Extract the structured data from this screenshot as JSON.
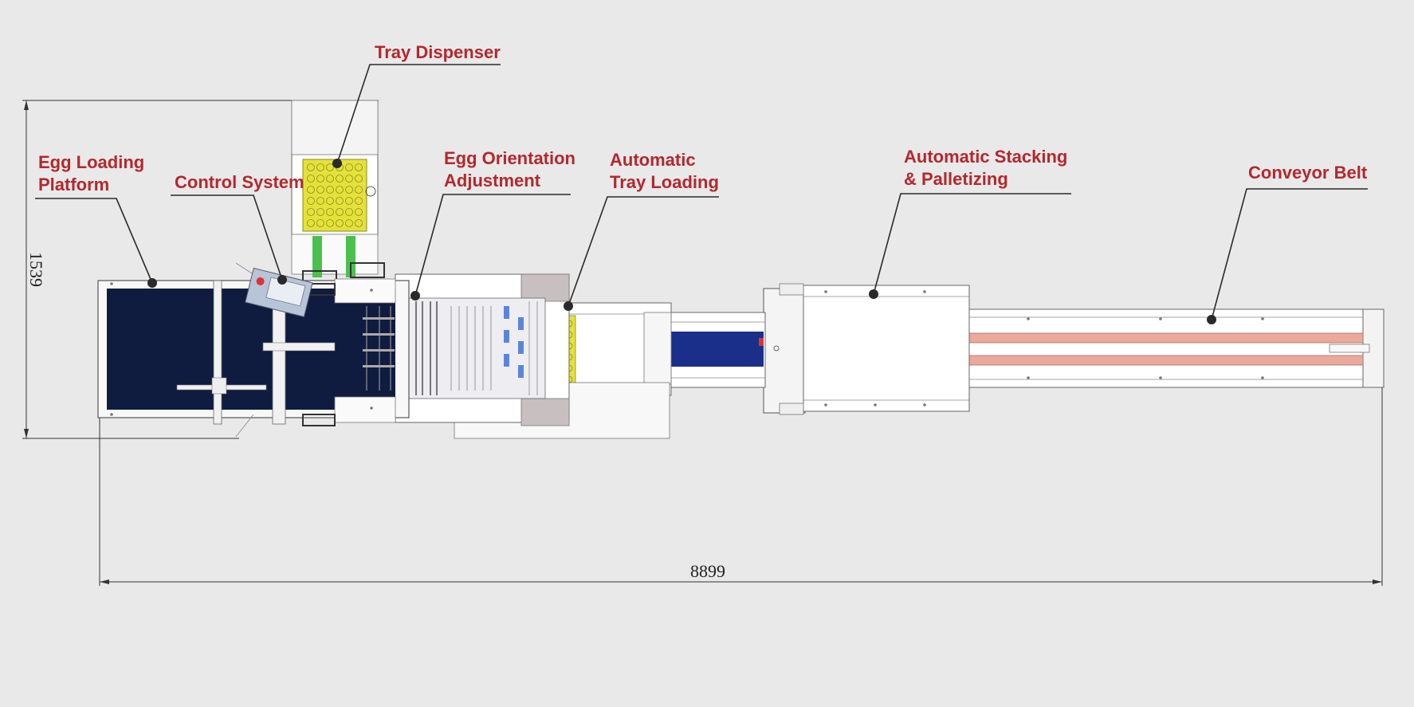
{
  "callouts": [
    {
      "id": "tray-dispenser",
      "label_lines": [
        "Tray Dispenser"
      ]
    },
    {
      "id": "egg-loading-platform",
      "label_lines": [
        "Egg Loading",
        "Platform"
      ]
    },
    {
      "id": "control-system",
      "label_lines": [
        "Control System"
      ]
    },
    {
      "id": "egg-orientation-adjustment",
      "label_lines": [
        "Egg Orientation",
        "Adjustment"
      ]
    },
    {
      "id": "automatic-tray-loading",
      "label_lines": [
        "Automatic",
        "Tray Loading"
      ]
    },
    {
      "id": "automatic-stacking-palletizing",
      "label_lines": [
        "Automatic Stacking",
        "& Palletizing"
      ]
    },
    {
      "id": "conveyor-belt",
      "label_lines": [
        "Conveyor Belt"
      ]
    }
  ],
  "dimensions": {
    "height": "1539",
    "width": "8899"
  },
  "colors": {
    "label": "#b3282d",
    "platform": "#0f1c3f",
    "tray": "#e4e23a",
    "belt_green": "#4cbf4f",
    "belt_blue": "#1a2f8a",
    "conveyor_strip": "#e9a99b",
    "background": "#e9e9e9"
  }
}
